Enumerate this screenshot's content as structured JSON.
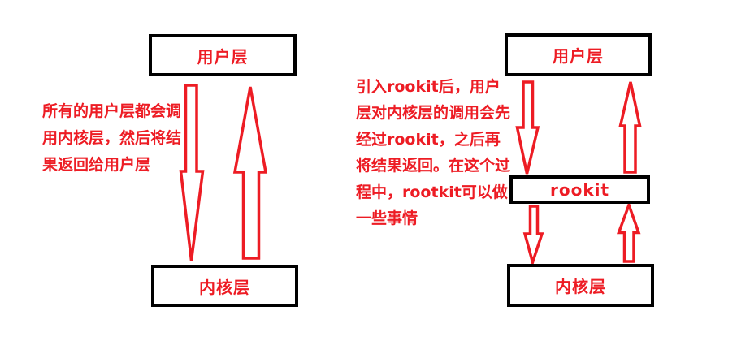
{
  "colors": {
    "accent_red": "#ed1c24",
    "box_border": "#000000",
    "background": "#ffffff"
  },
  "left_diagram": {
    "top_box_label": "用户层",
    "bottom_box_label": "内核层",
    "annotation_lines": [
      "所有的用户层都会调",
      "用内核层，然后将结",
      "果返回给用户层"
    ],
    "icons": [
      "down-arrow-icon",
      "up-arrow-icon"
    ]
  },
  "right_diagram": {
    "top_box_label": "用户层",
    "middle_box_label": "rookit",
    "bottom_box_label": "内核层",
    "annotation_lines": [
      "引入rookit后，用户",
      "层对内核层的调用会先",
      "经过rookit，之后再",
      "将结果返回。在这个过",
      "程中，rootkit可以做",
      "一些事情"
    ],
    "icons": [
      "down-arrow-icon",
      "up-arrow-icon",
      "down-arrow-icon",
      "up-arrow-icon"
    ]
  }
}
